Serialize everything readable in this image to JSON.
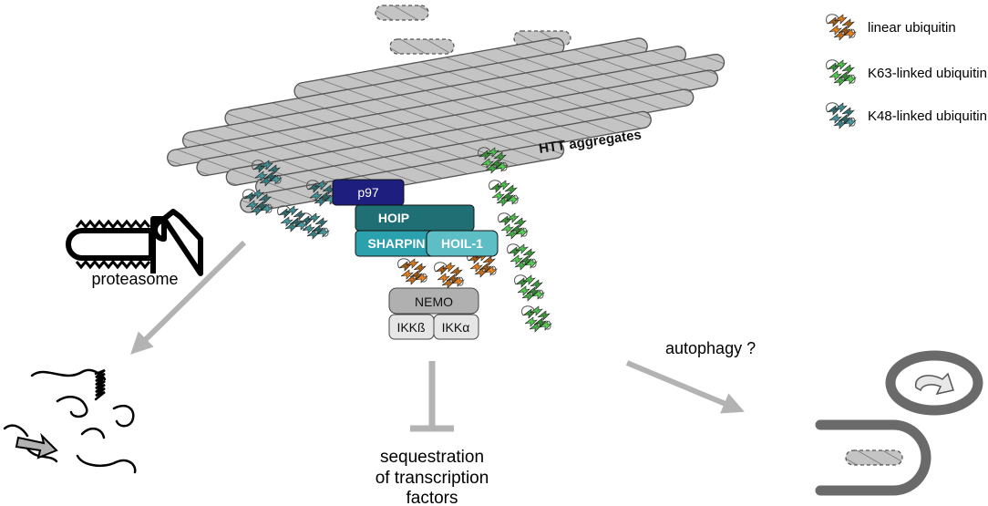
{
  "legend": {
    "items": [
      {
        "label": "linear ubiquitin",
        "color": "#d9791c"
      },
      {
        "label": "K63-linked ubiquitin",
        "color": "#4cbf4a"
      },
      {
        "label": "K48-linked ubiquitin",
        "color": "#3e8e93"
      }
    ]
  },
  "aggregates": {
    "label": "HTT aggregates",
    "color": "#bdbdbd"
  },
  "complex": {
    "p97": {
      "label": "p97",
      "color": "#1e1e7e"
    },
    "hoip": {
      "label": "HOIP",
      "color": "#1f6f75"
    },
    "sharpin": {
      "label": "SHARPIN",
      "color": "#2aa1ad"
    },
    "hoil1": {
      "label": "HOIL-1",
      "color": "#5dbec6"
    },
    "nemo": {
      "label": "NEMO",
      "color": "#b0b0b0"
    },
    "ikkb": {
      "label": "IKKß",
      "color": "#e6e6e6"
    },
    "ikka": {
      "label": "IKKα",
      "color": "#e6e6e6"
    }
  },
  "pathways": {
    "proteasome": {
      "label": "proteasome"
    },
    "autophagy": {
      "label": "autophagy ?"
    },
    "sequestration": {
      "lines": [
        "sequestration",
        "of transcription",
        "factors"
      ]
    }
  },
  "colors": {
    "arrow": "#b3b3b3",
    "rod": "#c4c4c4",
    "phagophore": "#6a6a6a"
  }
}
